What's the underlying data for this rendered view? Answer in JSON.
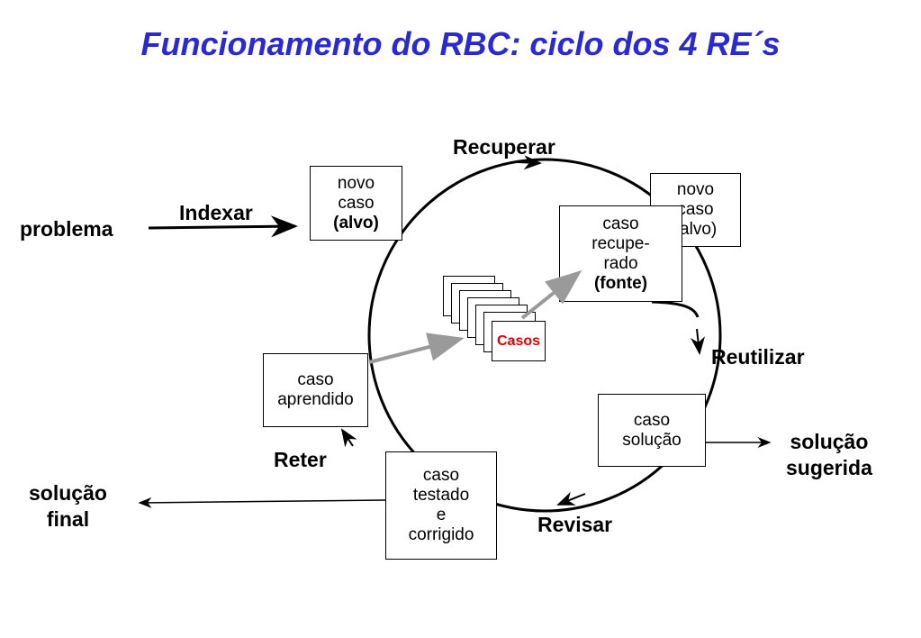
{
  "title": "Funcionamento do RBC: ciclo dos 4 RE´s",
  "inputs": {
    "problema": "problema",
    "indexar": "Indexar"
  },
  "phases": {
    "recuperar": "Recuperar",
    "reutilizar": "Reutilizar",
    "revisar": "Revisar",
    "reter": "Reter"
  },
  "boxes": {
    "novo_caso_alvo": {
      "line1": "novo",
      "line2": "caso",
      "line3": "(alvo)"
    },
    "novo_caso_alvo_back": {
      "line1": "novo",
      "line2": "caso",
      "line3": "(alvo)"
    },
    "caso_recuperado": {
      "line1": "caso",
      "line2": "recupe-",
      "line3": "rado",
      "line4": "(fonte)"
    },
    "caso_solucao": {
      "line1": "caso",
      "line2": "solução"
    },
    "caso_testado": {
      "line1": "caso",
      "line2": "testado",
      "line3": "e",
      "line4": "corrigido"
    },
    "caso_aprendido": {
      "line1": "caso",
      "line2": "aprendido"
    },
    "casos": {
      "label": "Casos",
      "color": "#e00000"
    }
  },
  "outputs": {
    "solucao_sugerida": {
      "line1": "solução",
      "line2": "sugerida"
    },
    "solucao_final": {
      "line1": "solução",
      "line2": "final"
    }
  },
  "colors": {
    "title": "#2a2ad0",
    "arrow_gray": "#9a9a9a"
  }
}
